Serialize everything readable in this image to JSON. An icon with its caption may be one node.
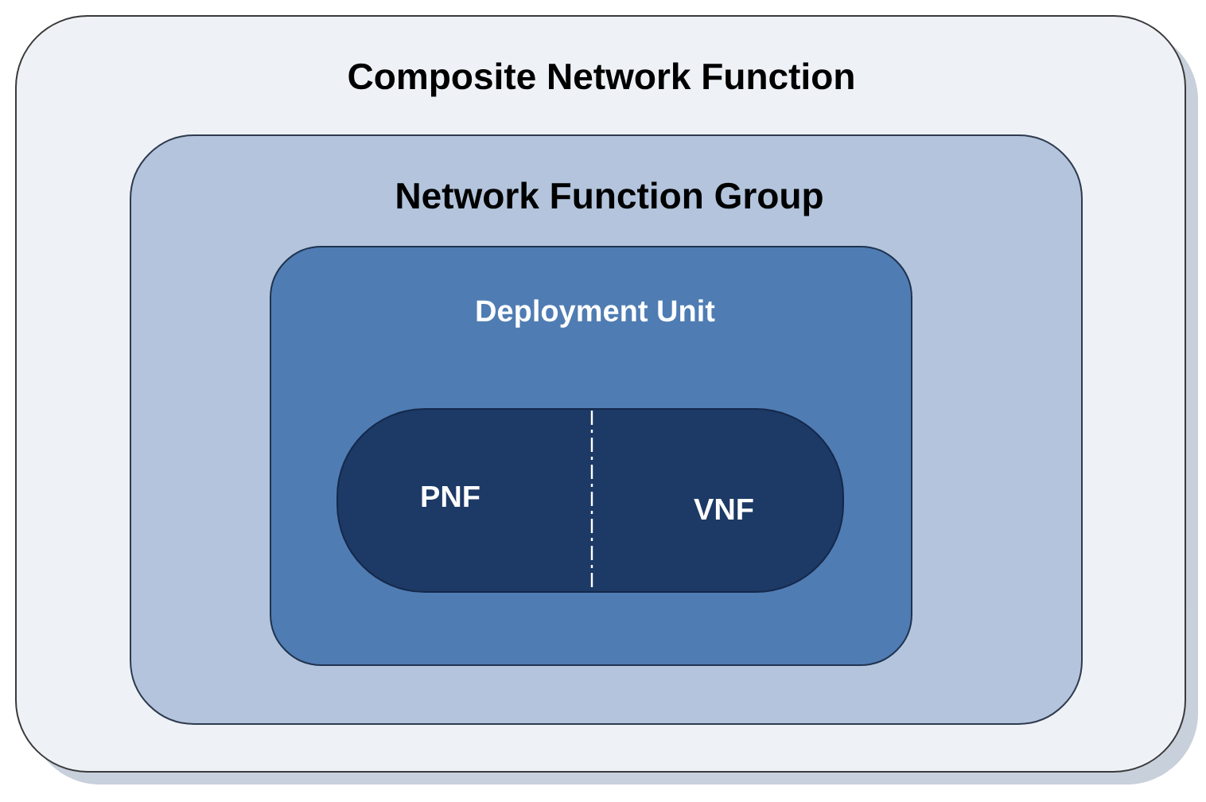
{
  "diagram": {
    "nodes": [
      {
        "text": [
          "Composite Network Function"
        ]
      },
      {
        "text": [
          "Network Function Group"
        ],
        "in": 0
      },
      {
        "text": [
          "Deployment Unit"
        ],
        "in": 1
      },
      {
        "text": [
          "PNF",
          "VNF"
        ],
        "in": 2
      }
    ]
  }
}
